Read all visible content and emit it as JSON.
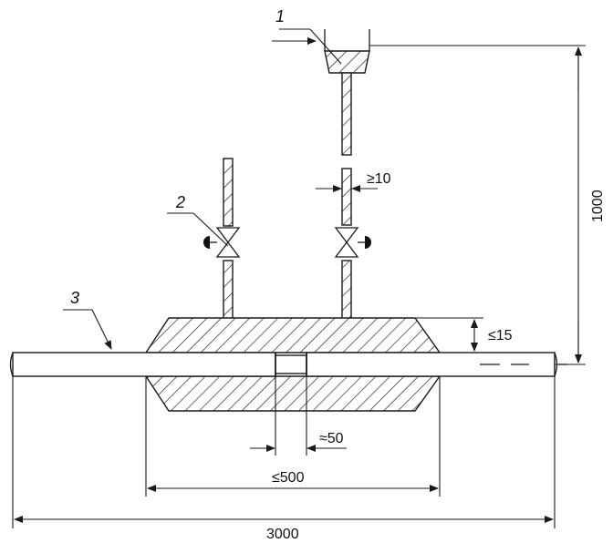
{
  "callouts": {
    "item1": "1",
    "item2": "2",
    "item3": "3"
  },
  "dimensions": {
    "total_length": "3000",
    "mold_length": "≤500",
    "gap": "≈50",
    "tube_diameter": "≥10",
    "mold_height": "≤15",
    "vessel_height": "1000"
  }
}
